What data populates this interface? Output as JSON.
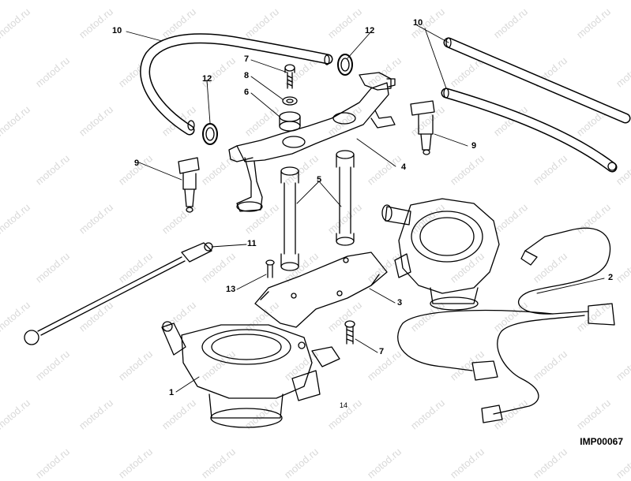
{
  "watermark": "motod.ru",
  "image_code": "IMP00067",
  "callouts": {
    "c1": "1",
    "c2": "2",
    "c3": "3",
    "c4": "4",
    "c5": "5",
    "c6": "6",
    "c7a": "7",
    "c7b": "7",
    "c8": "8",
    "c9a": "9",
    "c9b": "9",
    "c10a": "10",
    "c10b": "10",
    "c11": "11",
    "c12a": "12",
    "c12b": "12",
    "c13": "13",
    "c14": "14"
  },
  "colors": {
    "ink": "#000000",
    "watermark": "#d9d9d9"
  }
}
